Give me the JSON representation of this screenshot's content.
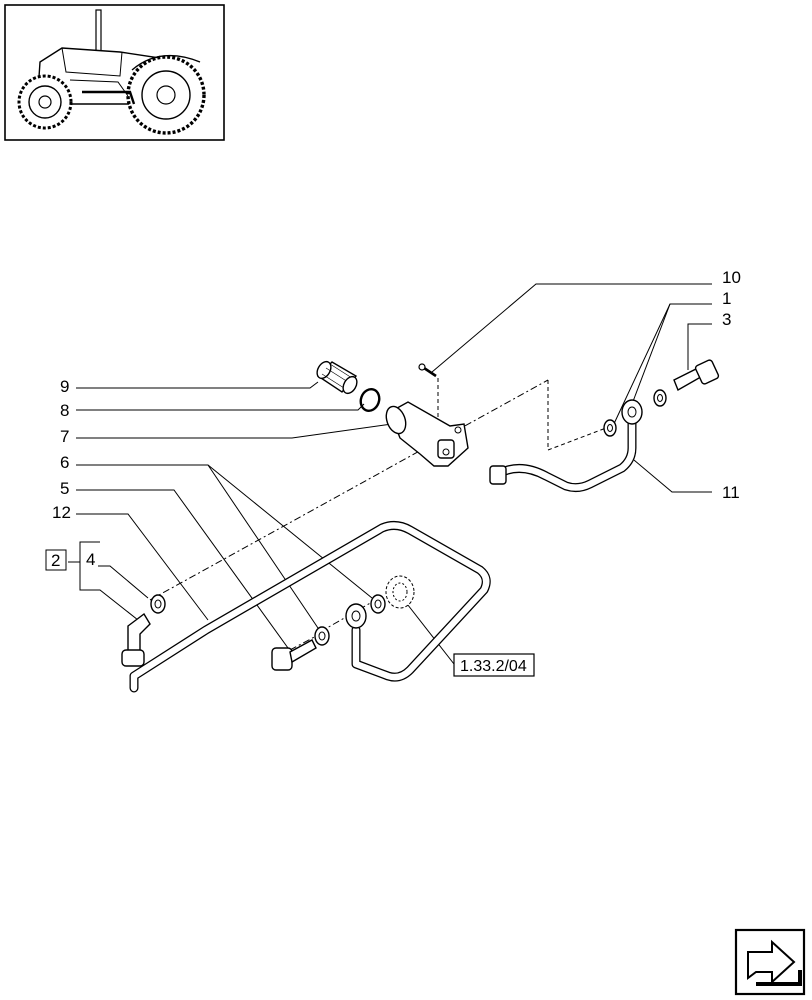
{
  "callouts": [
    {
      "id": "10",
      "label": "10"
    },
    {
      "id": "1",
      "label": "1"
    },
    {
      "id": "3",
      "label": "3"
    },
    {
      "id": "9",
      "label": "9"
    },
    {
      "id": "8",
      "label": "8"
    },
    {
      "id": "7",
      "label": "7"
    },
    {
      "id": "6",
      "label": "6"
    },
    {
      "id": "5",
      "label": "5"
    },
    {
      "id": "12",
      "label": "12"
    },
    {
      "id": "2",
      "label": "2"
    },
    {
      "id": "4",
      "label": "4"
    },
    {
      "id": "11",
      "label": "11"
    }
  ],
  "reference_box": {
    "label": "1.33.2/04"
  },
  "icons": {
    "thumbnail": "tractor-thumbnail",
    "navigation": "next-page-arrow-icon"
  }
}
